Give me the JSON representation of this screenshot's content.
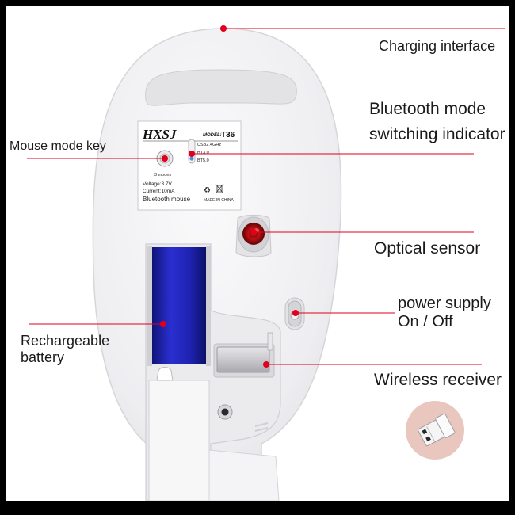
{
  "labels": {
    "charging_interface": "Charging interface",
    "bt_indicator_line1": "Bluetooth mode",
    "bt_indicator_line2": "switching indicator",
    "mouse_mode_key": "Mouse mode key",
    "optical_sensor": "Optical sensor",
    "power_line1": "power supply",
    "power_line2": "On / Off",
    "battery_line1": "Rechargeable",
    "battery_line2": "battery",
    "wireless_receiver": "Wireless receiver"
  },
  "sticker": {
    "brand": "HXSJ",
    "model_label": "MODEL:",
    "model_value": "T36",
    "mode_usb": "USB2.4GHz",
    "mode_bt3": "BT3.0",
    "mode_bt5": "BT5.0",
    "modes_caption": "3 modes",
    "voltage": "Voltage:3.7V",
    "current": "Current:10mA",
    "product": "Bluetooth mouse",
    "origin": "MADE IN CHINA"
  },
  "colors": {
    "pointer": "#e0001b",
    "battery": "#1f22b8",
    "shell": "#f4f4f6",
    "background": "#ffffff",
    "frame": "#000000"
  }
}
